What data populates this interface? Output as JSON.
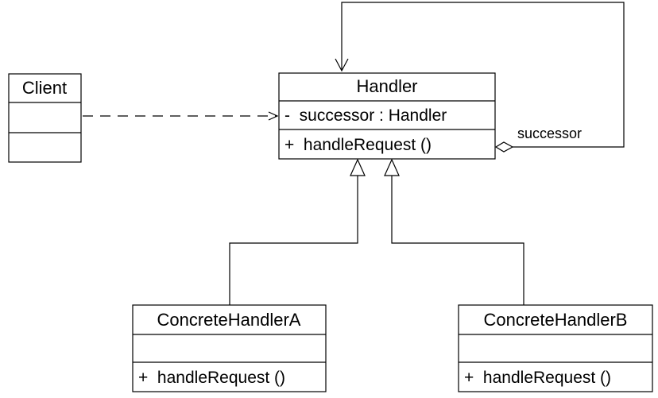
{
  "classes": {
    "client": {
      "name": "Client",
      "attributes": [],
      "operations": []
    },
    "handler": {
      "name": "Handler",
      "attributes": [
        "-  successor : Handler"
      ],
      "operations": [
        "+  handleRequest ()"
      ]
    },
    "concrete_a": {
      "name": "ConcreteHandlerA",
      "attributes": [],
      "operations": [
        "+  handleRequest ()"
      ]
    },
    "concrete_b": {
      "name": "ConcreteHandlerB",
      "attributes": [],
      "operations": [
        "+  handleRequest ()"
      ]
    }
  },
  "relations": [
    {
      "type": "dependency",
      "from": "Client",
      "to": "Handler"
    },
    {
      "type": "aggregation",
      "from": "Handler",
      "to": "Handler",
      "label": "successor"
    },
    {
      "type": "generalization",
      "from": "ConcreteHandlerA",
      "to": "Handler"
    },
    {
      "type": "generalization",
      "from": "ConcreteHandlerB",
      "to": "Handler"
    }
  ]
}
